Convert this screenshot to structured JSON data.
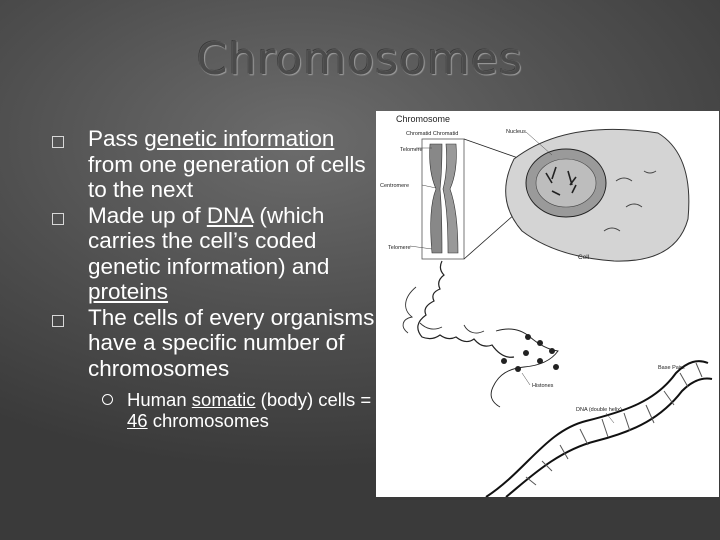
{
  "slide": {
    "title": "Chromosomes",
    "bullets": [
      {
        "pre": "Pass ",
        "link": "genetic information",
        "post": " from one generation of cells to the next"
      },
      {
        "pre": "Made up of ",
        "link": "DNA",
        "mid": " (which carries the cell’s coded genetic information) and ",
        "link2": "proteins"
      },
      {
        "text": "The cells of every organisms have a specific number of chromosomes"
      }
    ],
    "sub_bullet": {
      "pre": "Human ",
      "link": "somatic",
      "mid": " (body) cells = ",
      "num": "46",
      "post": " chromosomes"
    }
  },
  "diagram": {
    "header": "Chromosome",
    "labels": {
      "chromatids": "Chromatid  Chromatid",
      "nucleus": "Nucleus",
      "telomere_top": "Telomere",
      "centromere": "Centromere",
      "telomere_bottom": "Telomere",
      "cell": "Cell",
      "histones": "Histones",
      "base_pairs": "Base Pairs",
      "dna": "DNA (double helix)"
    }
  },
  "icons": [
    "square-bullet-icon",
    "ring-bullet-icon"
  ]
}
